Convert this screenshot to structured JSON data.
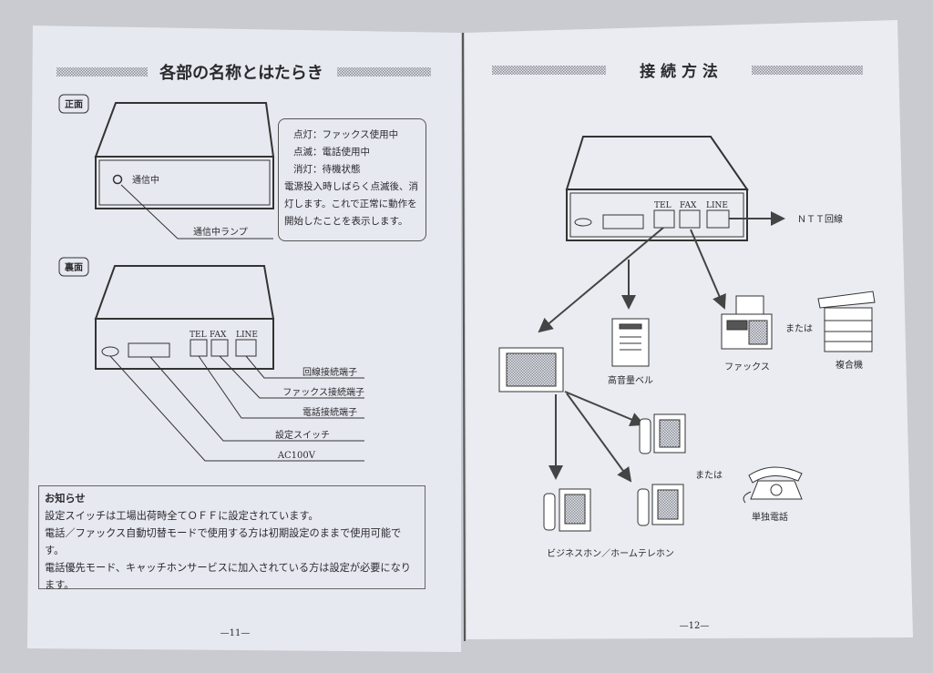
{
  "left_page": {
    "title": "各部の名称とはたらき",
    "front_label": "正面",
    "front_lamp_text": "通信中",
    "front_lamp_caption": "通信中ランプ",
    "status_lines": [
      "点灯：ファックス使用中",
      "点滅：電話使用中",
      "消灯：待機状態"
    ],
    "status_note": "電源投入時しばらく点滅後、消灯します。これで正常に動作を開始したことを表示します。",
    "rear_label": "裏面",
    "ports": [
      "TEL",
      "FAX",
      "LINE"
    ],
    "rear_callouts": [
      "回線接続端子",
      "ファックス接続端子",
      "電話接続端子",
      "設定スイッチ",
      "AC100V"
    ],
    "notice": {
      "heading": "お知らせ",
      "lines": [
        "設定スイッチは工場出荷時全てＯＦＦに設定されています。",
        "電話／ファックス自動切替モードで使用する方は初期設定のままで使用可能です。",
        "電話優先モード、キャッチホンサービスに加入されている方は設定が必要になります。"
      ]
    },
    "page_number": "—11—"
  },
  "right_page": {
    "title": "接 続 方 法",
    "ports": [
      "TEL",
      "FAX",
      "LINE"
    ],
    "ntt_line": "ＮＴＴ回線",
    "bell": "高音量ベル",
    "fax": "ファックス",
    "or_1": "または",
    "mfp": "複合機",
    "or_2": "または",
    "single_phone": "単独電話",
    "business_phone": "ビジネスホン／ホームテレホン",
    "page_number": "—12—"
  }
}
